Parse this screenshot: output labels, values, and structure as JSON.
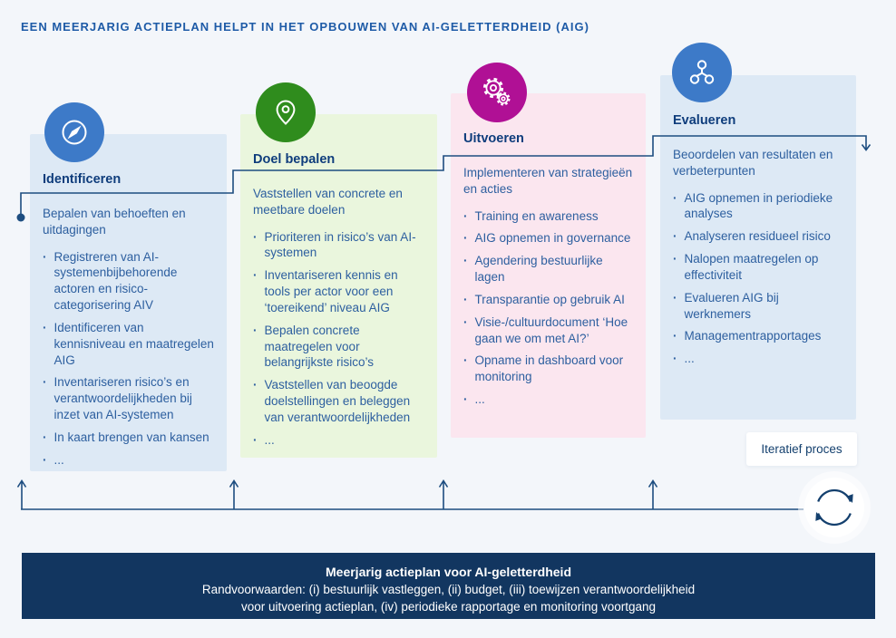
{
  "page": {
    "title": "EEN MEERJARIG ACTIEPLAN HELPT IN HET OPBOUWEN VAN AI-GELETTERDHEID (AIG)"
  },
  "colors": {
    "background": "#f3f6fa",
    "title_text": "#1e5ba7",
    "heading_text": "#0f3d7c",
    "body_text": "#2d5f9f",
    "connector_line": "#1d4d80",
    "box_blue": "#dde9f5",
    "box_green": "#eaf6dd",
    "box_pink": "#fbe6ef",
    "circle_blue": "#3d7ac8",
    "circle_green": "#2f8c1d",
    "circle_magenta": "#b01095",
    "banner_bg": "#123660",
    "banner_text": "#ffffff"
  },
  "phases": [
    {
      "id": "identificeren",
      "icon": "compass-icon",
      "title": "Identificeren",
      "intro": "Bepalen van behoeften en uitdagingen",
      "bullets": [
        "Registreren van AI-systemenbijbehorende actoren en risico-categorisering AIV",
        "Identificeren van kennisniveau en maatregelen AIG",
        "Inventariseren risico’s en verantwoordelijkheden bij inzet van AI-systemen",
        "In kaart brengen van kansen",
        "..."
      ]
    },
    {
      "id": "doel-bepalen",
      "icon": "location-pin-icon",
      "title": "Doel bepalen",
      "intro": "Vaststellen van concrete en meetbare doelen",
      "bullets": [
        "Prioriteren in risico’s van AI-systemen",
        "Inventariseren kennis en tools per actor voor een ‘toereikend’ niveau AIG",
        "Bepalen concrete maatregelen voor belangrijkste risico’s",
        "Vaststellen van beoogde doelstellingen en beleggen van verantwoordelijkheden",
        "..."
      ]
    },
    {
      "id": "uitvoeren",
      "icon": "gears-icon",
      "title": "Uitvoeren",
      "intro": "Implementeren van strategieën en acties",
      "bullets": [
        "Training en awareness",
        "AIG opnemen in governance",
        "Agendering bestuurlijke lagen",
        "Transparantie op gebruik AI",
        "Visie-/cultuurdocument ‘Hoe gaan we om met AI?’",
        "Opname in dashboard voor monitoring",
        "..."
      ]
    },
    {
      "id": "evalueren",
      "icon": "network-icon",
      "title": "Evalueren",
      "intro": "Beoordelen van resultaten en verbeterpunten",
      "bullets": [
        "AIG opnemen in periodieke analyses",
        "Analyseren residueel risico",
        "Nalopen maatregelen op effectiviteit",
        "Evalueren AIG bij werknemers",
        "Managementrapportages",
        "..."
      ]
    }
  ],
  "iterative_label": "Iteratief proces",
  "banner": {
    "title": "Meerjarig actieplan voor AI-geletterdheid",
    "line2": "Randvoorwaarden: (i) bestuurlijk vastleggen, (ii) budget, (iii) toewijzen verantwoordelijkheid",
    "line3": "voor uitvoering actieplan, (iv) periodieke rapportage en monitoring voortgang"
  }
}
